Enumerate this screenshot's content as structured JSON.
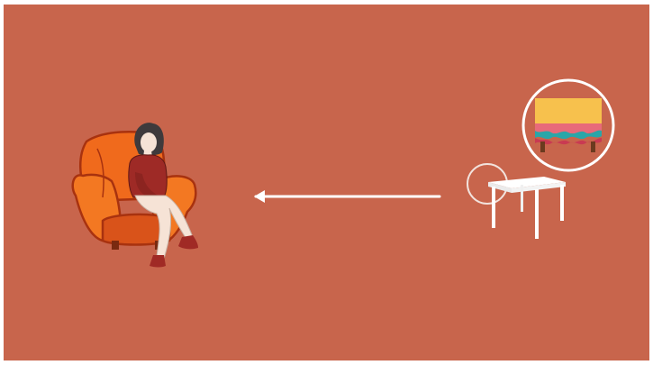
{
  "scene": {
    "background_color": "#c8654c",
    "frame_color": "#ffffff",
    "objects": [
      {
        "name": "armchair",
        "colors": {
          "main": "#f06a1c",
          "shade": "#d9531a",
          "outline": "#a8320f"
        }
      },
      {
        "name": "seated-woman",
        "colors": {
          "top": "#9e2a26",
          "hair": "#3e3a3c",
          "skin": "#f6e3d6",
          "boots": "#a02a25"
        }
      },
      {
        "name": "arrow-left-icon",
        "direction": "left",
        "color": "#ffffff"
      },
      {
        "name": "white-table",
        "color": "#ffffff"
      },
      {
        "name": "table-highlight-circle",
        "color": "#ffffff"
      },
      {
        "name": "tablecloth-callout",
        "colors": {
          "cloth": "#f7c14d",
          "stripe_pink": "#e86a7a",
          "stripe_teal": "#2aa6a8",
          "legs": "#6b3a1e"
        }
      }
    ]
  }
}
